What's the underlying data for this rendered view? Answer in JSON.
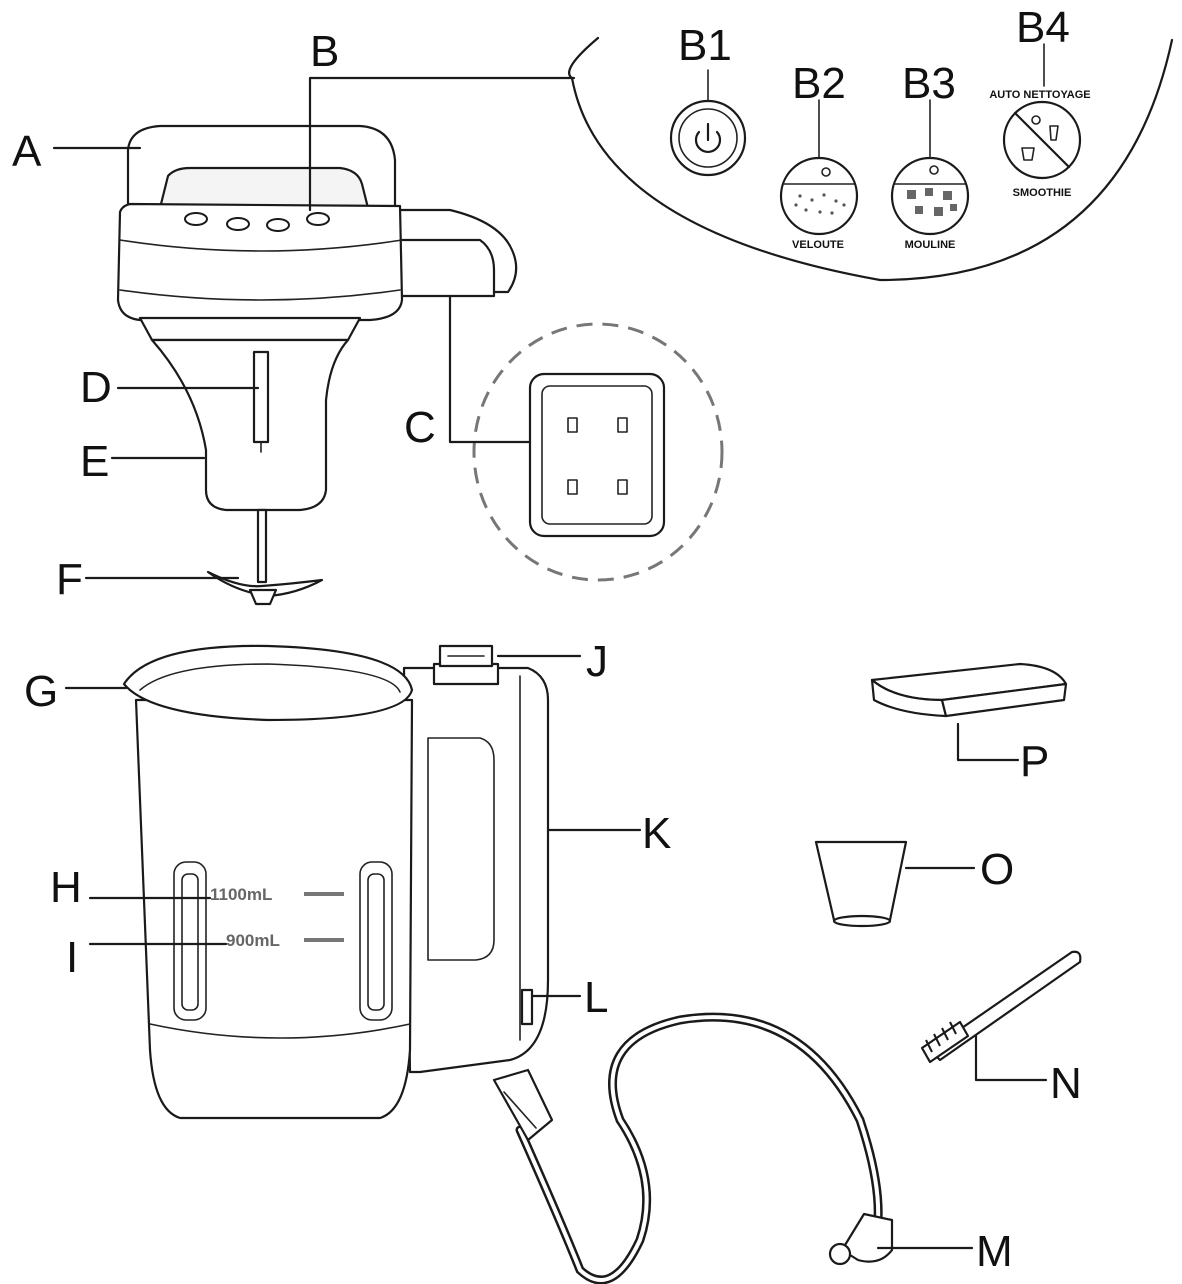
{
  "labels": {
    "A": "A",
    "B": "B",
    "B1": "B1",
    "B2": "B2",
    "B3": "B3",
    "B4": "B4",
    "C": "C",
    "D": "D",
    "E": "E",
    "F": "F",
    "G": "G",
    "H": "H",
    "I": "I",
    "J": "J",
    "K": "K",
    "L": "L",
    "M": "M",
    "N": "N",
    "O": "O",
    "P": "P"
  },
  "panel": {
    "b2_text": "VELOUTE",
    "b3_text": "MOULINE",
    "b4_top_text": "AUTO NETTOYAGE",
    "b4_bottom_text": "SMOOTHIE"
  },
  "jug": {
    "grad_1100": "1100mL",
    "grad_900": "900mL"
  }
}
